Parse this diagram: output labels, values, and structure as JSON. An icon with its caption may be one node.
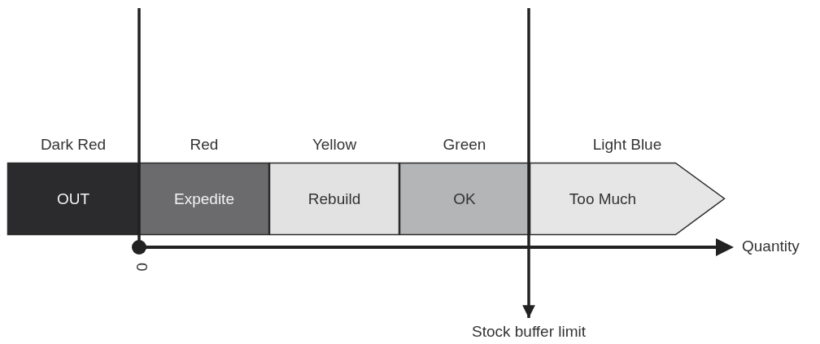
{
  "diagram": {
    "nodes": [
      {
        "text": [
          "Dark Red",
          "OUT"
        ]
      },
      {
        "text": [
          "Red",
          "Expedite"
        ]
      },
      {
        "text": [
          "Yellow",
          "Rebuild"
        ]
      },
      {
        "text": [
          "Green",
          "OK"
        ]
      },
      {
        "text": [
          "Light Blue",
          "Too Much"
        ]
      },
      {
        "text": [
          "Stock buffer limit"
        ]
      }
    ],
    "edges": [
      {
        "from": null,
        "to": 5,
        "arrow": "to"
      }
    ],
    "labels": [
      "Quantity",
      "0"
    ]
  }
}
